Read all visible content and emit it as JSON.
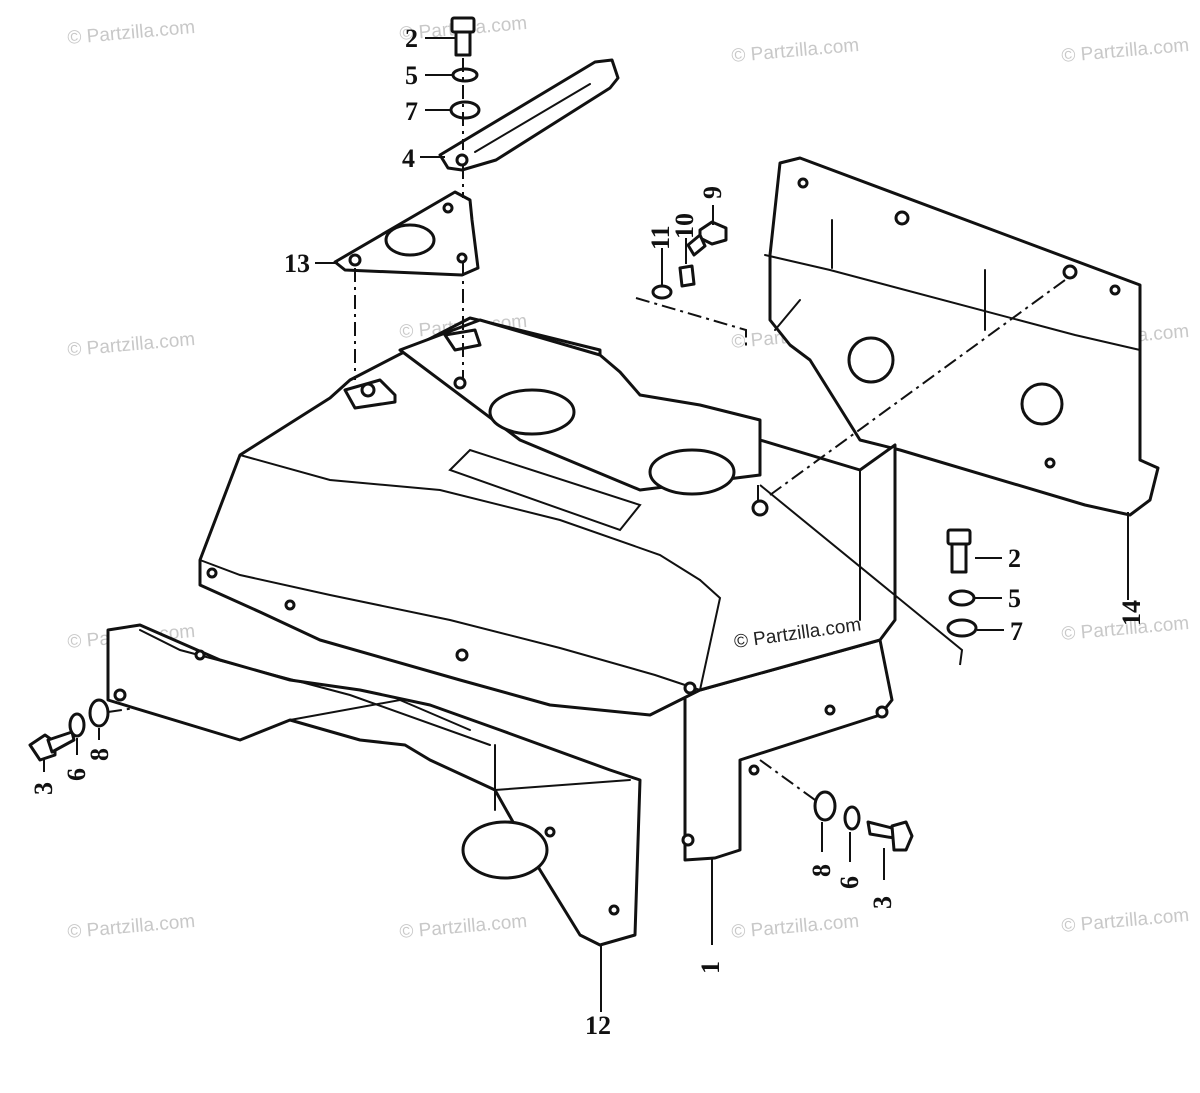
{
  "diagram": {
    "callouts": {
      "c2_top": "2",
      "c5_top": "5",
      "c7_top": "7",
      "c4": "4",
      "c13": "13",
      "c11": "11",
      "c10": "10",
      "c9": "9",
      "c2_right": "2",
      "c5_right": "5",
      "c7_right": "7",
      "c14": "14",
      "c3_left": "3",
      "c6_left": "6",
      "c8_left": "8",
      "c8_right": "8",
      "c6_right": "6",
      "c3_right": "3",
      "c1": "1",
      "c12": "12"
    },
    "watermark": {
      "text": "© Partzilla.com",
      "center_text": "© Partzilla.com"
    }
  }
}
